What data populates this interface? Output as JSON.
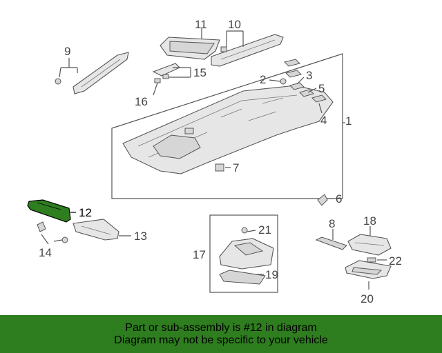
{
  "diagram": {
    "highlighted_part": "12",
    "callouts": {
      "n1": "1",
      "n2": "2",
      "n3": "3",
      "n4": "4",
      "n5": "5",
      "n6": "6",
      "n7": "7",
      "n8": "8",
      "n9": "9",
      "n10": "10",
      "n11": "11",
      "n12": "12",
      "n13": "13",
      "n14": "14",
      "n15": "15",
      "n16": "16",
      "n17": "17",
      "n18": "18",
      "n19": "19",
      "n20": "20",
      "n21": "21",
      "n22": "22"
    },
    "colors": {
      "highlight": "#2e7d1f",
      "line": "#555555",
      "part_fill": "#e6e6e6"
    }
  },
  "banner": {
    "line1": "Part or sub-assembly is #12 in diagram",
    "line2": "Diagram may not be specific to your vehicle"
  }
}
